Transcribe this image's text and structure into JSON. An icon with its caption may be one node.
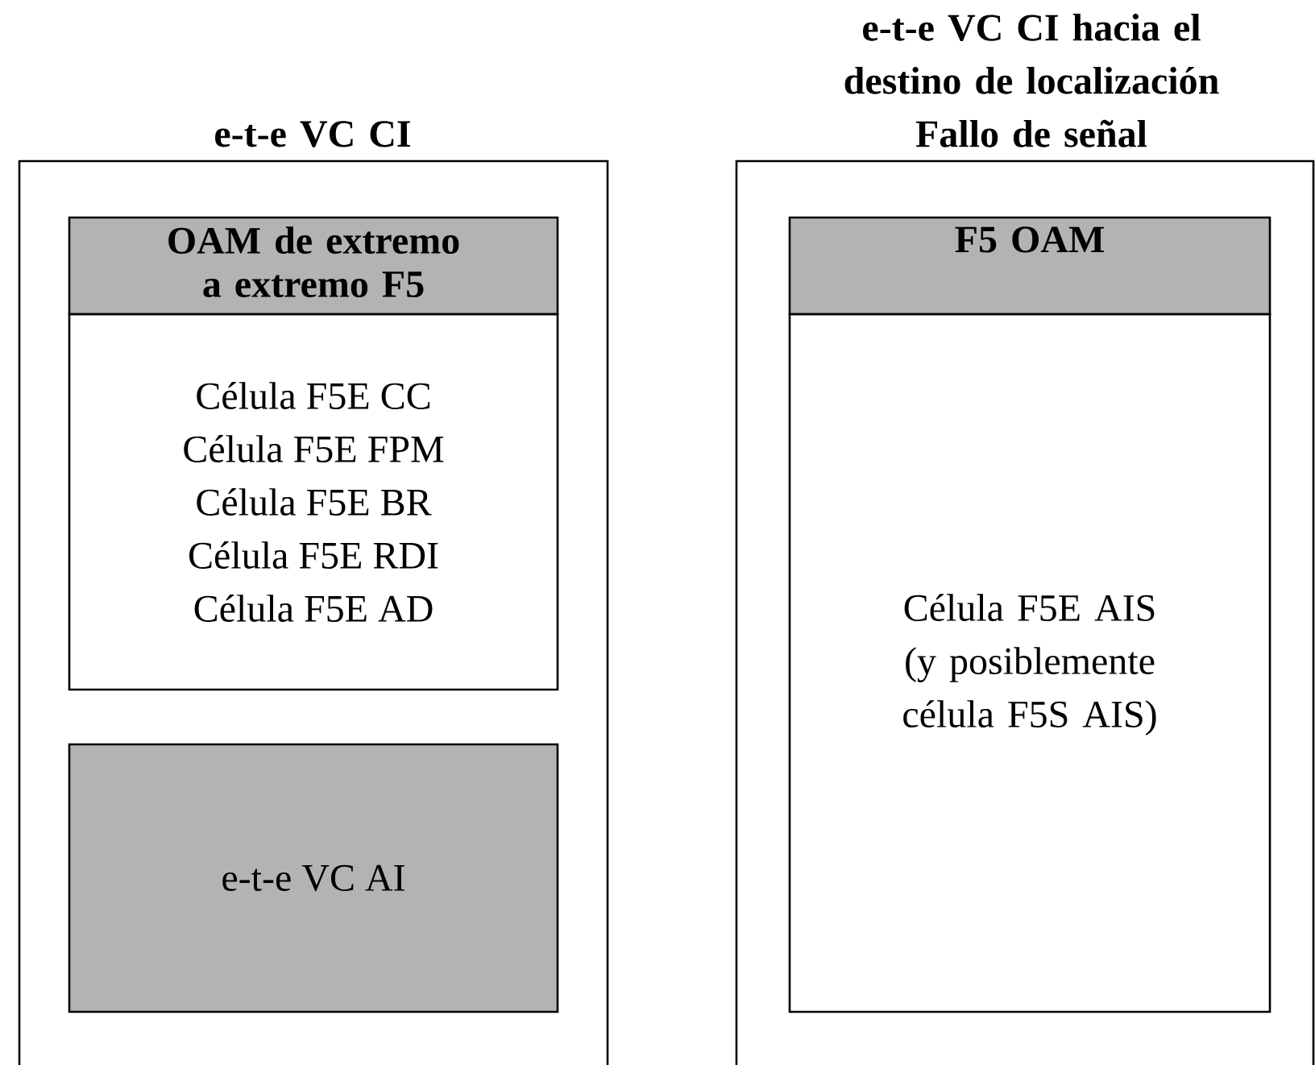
{
  "diagram": {
    "nodes": [
      {
        "text": [
          "e-t-e VC CI"
        ]
      },
      {
        "text": [
          "OAM de extremo a extremo F5",
          "Célula F5E CC",
          "Célula F5E FPM",
          "Célula F5E BR",
          "Célula F5E RDI",
          "Célula F5E AD"
        ],
        "in": 0
      },
      {
        "text": [
          "e-t-e VC AI"
        ],
        "in": 0
      },
      {
        "text": [
          "e-t-e VC CI hacia el destino de localización Fallo de señal"
        ]
      },
      {
        "text": [
          "F5 OAM",
          "Célula F5E AIS (y posiblemente célula F5S AIS)"
        ],
        "in": 3
      }
    ]
  }
}
